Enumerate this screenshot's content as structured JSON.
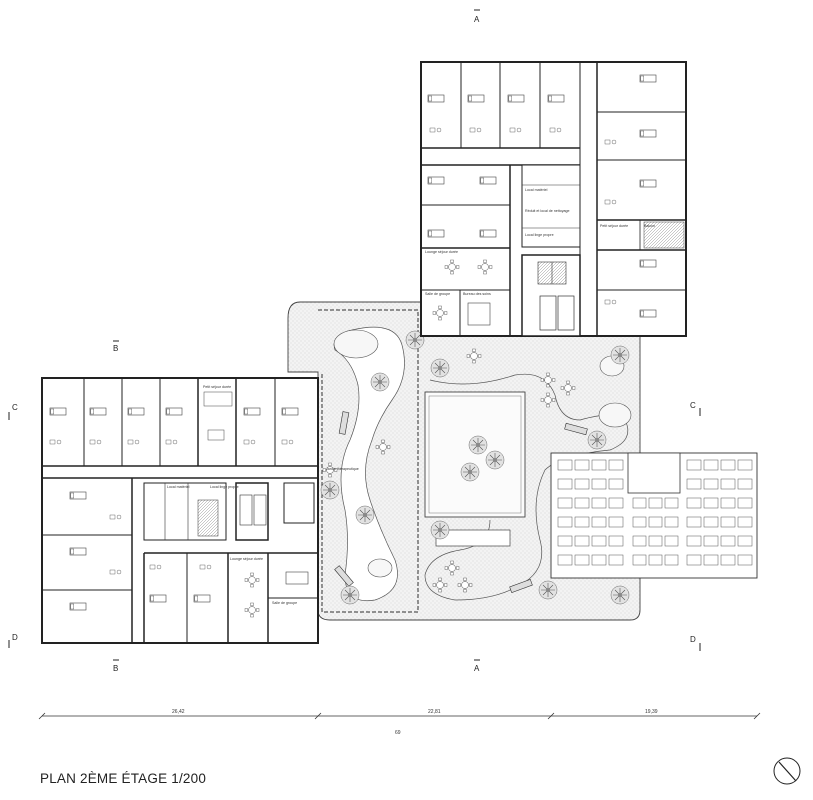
{
  "title": "PLAN 2ÈME ÉTAGE 1/200",
  "sections": {
    "A": "A",
    "B": "B",
    "C": "C",
    "D": "D"
  },
  "dimensions": {
    "d1": "26,42",
    "d2": "22,81",
    "d3": "19,39",
    "total": "69"
  },
  "rooms": {
    "local_materiel": "Local matériel",
    "local_nettoyage": "Réduit et local de nettoyage",
    "linge_propre": "Local linge propre",
    "lounge_sejour": "Lounge séjour durée",
    "salle_groupe": "Salle de groupe",
    "bureau_soins": "Bureau des soins",
    "petit_sejour": "Petit séjour durée",
    "balcon": "Balcon",
    "jardin": "Jardin thérapeutique"
  },
  "colors": {
    "line": "#333333",
    "garden_fill": "#f1f1f1",
    "path_fill": "#ffffff",
    "wall": "#222222"
  }
}
